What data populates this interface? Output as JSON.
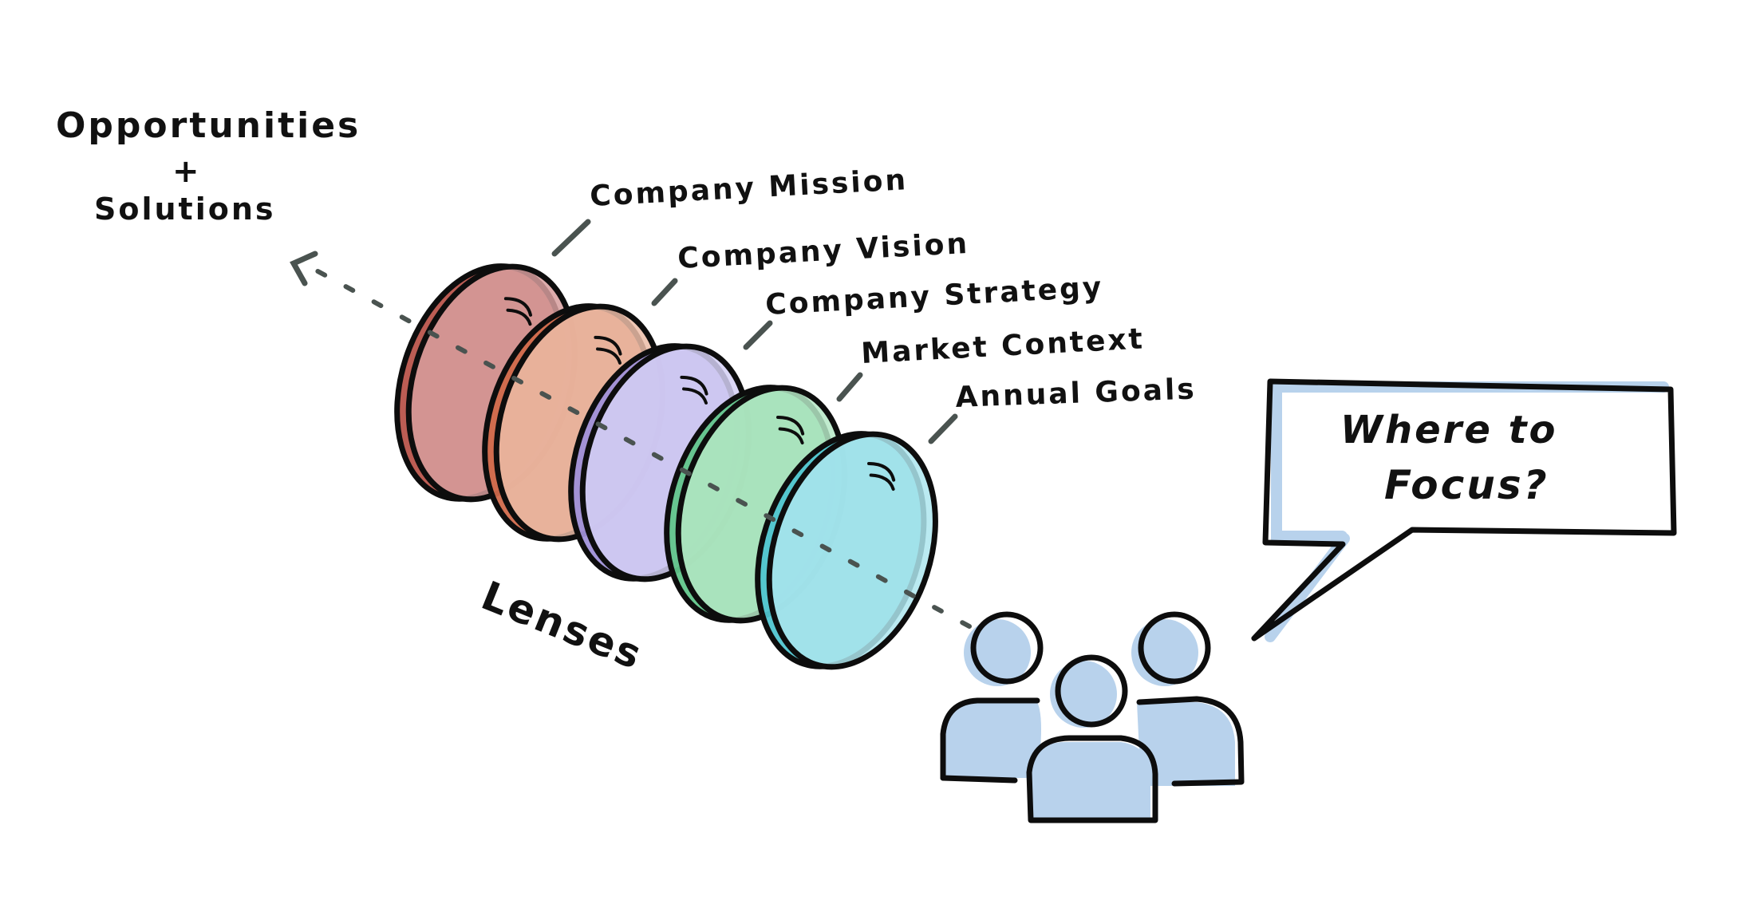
{
  "labels": {
    "opportunities_line1": "Opportunities",
    "opportunities_line2": "+",
    "opportunities_line3": "Solutions",
    "lenses": "Lenses",
    "speech_line1": "Where to",
    "speech_line2": "Focus?"
  },
  "lens_items": [
    {
      "label": "Company Mission",
      "color": "#d79e9e",
      "rim": "#b8544b"
    },
    {
      "label": "Company Vision",
      "color": "#ecbda8",
      "rim": "#d0694b"
    },
    {
      "label": "Company Strategy",
      "color": "#d5d0f4",
      "rim": "#9f90d8"
    },
    {
      "label": "Market Context",
      "color": "#b5e8c6",
      "rim": "#61c58a"
    },
    {
      "label": "Annual Goals",
      "color": "#aee6ee",
      "rim": "#4fc4cf"
    }
  ],
  "colors": {
    "ink": "#0d0d0d",
    "arrow": "#4a5350",
    "people_shadow": "#b8d2ec"
  },
  "icons": [
    "arrow-head-icon",
    "speech-bubble-icon",
    "people-group-icon"
  ]
}
